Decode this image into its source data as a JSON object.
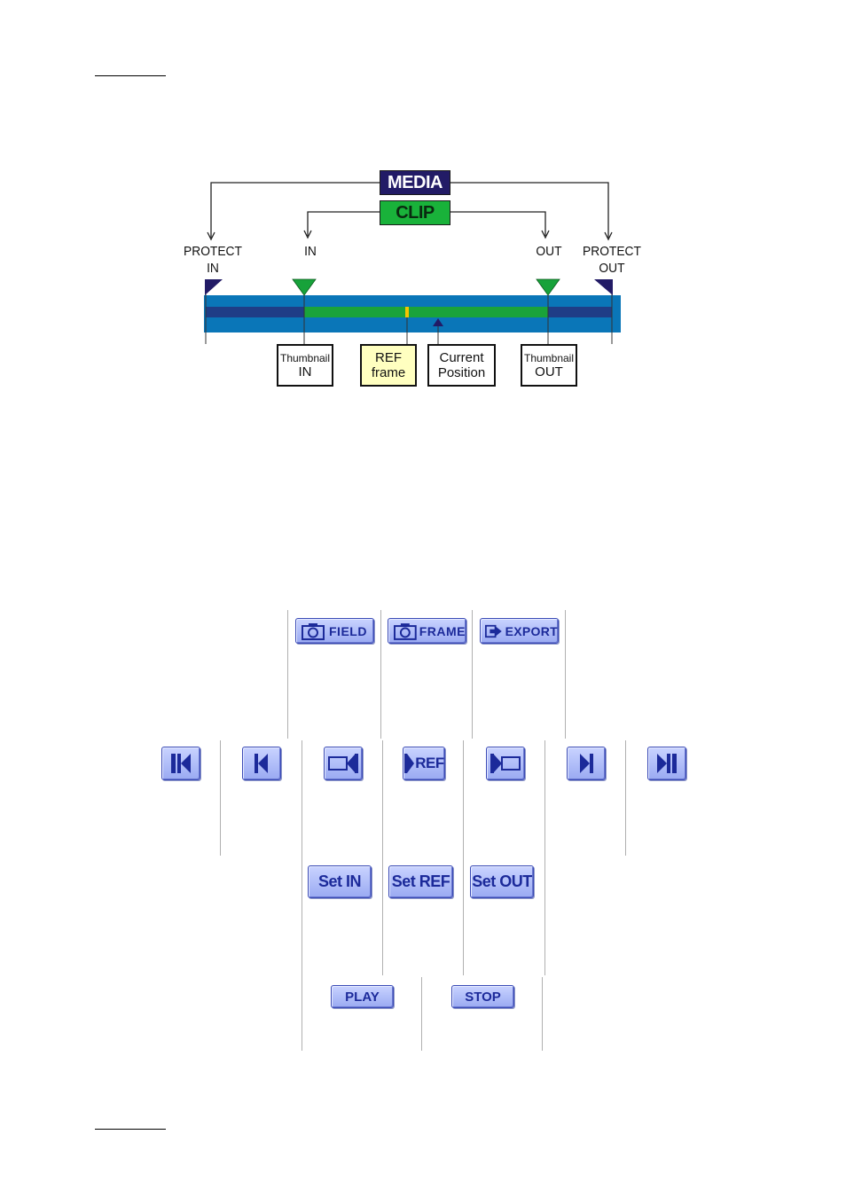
{
  "diagram": {
    "media_label": "MEDIA",
    "clip_label": "CLIP",
    "protect_in_label": [
      "PROTECT",
      "IN"
    ],
    "in_label": "IN",
    "out_label": "OUT",
    "protect_out_label": [
      "PROTECT",
      "OUT"
    ],
    "callouts": {
      "thumbnail_in": [
        "Thumbnail",
        "IN"
      ],
      "ref_frame": [
        "REF",
        "frame"
      ],
      "current_position": [
        "Current",
        "Position"
      ],
      "thumbnail_out": [
        "Thumbnail",
        "OUT"
      ]
    },
    "colors": {
      "media_box": "#221b66",
      "clip_box": "#19b23a",
      "timeline_outer": "#0a76b8",
      "timeline_media": "#1f3d86",
      "timeline_clip": "#1aa33a",
      "ref_marker": "#f5c400",
      "ref_callout_bg": "#ffffc0",
      "marker_in_out": "#17a23a",
      "marker_protect": "#221b66"
    }
  },
  "buttons": {
    "field": "FIELD",
    "frame": "FRAME",
    "export": "EXPORT",
    "set_in": "Set IN",
    "set_ref": "Set REF",
    "set_out": "Set OUT",
    "play": "PLAY",
    "stop": "STOP",
    "ref_text": "REF",
    "colors": {
      "text": "#1c2a9a",
      "bg": "#aebcf8"
    }
  },
  "icons": {
    "transport": [
      "go-to-start-icon",
      "go-to-in-icon",
      "in-clip-icon",
      "go-to-ref-icon",
      "out-clip-icon",
      "go-to-out-icon",
      "go-to-end-icon"
    ],
    "toolbar": [
      "camera-icon",
      "camera-icon",
      "export-arrow-icon"
    ]
  }
}
